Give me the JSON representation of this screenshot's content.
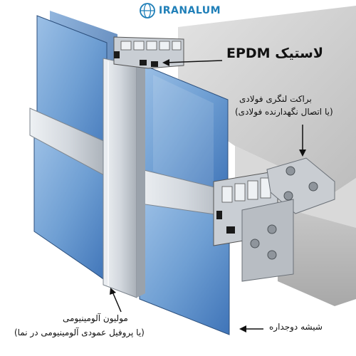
{
  "brand": {
    "name_part1": "IRAN",
    "name_part2": "ALUM"
  },
  "labels": {
    "epdm": "لاستیک EPDM",
    "bracket_line1": "براکت لنگری فولادی",
    "bracket_line2": "(یا اتصال نگهدارنده فولادی)",
    "mullion_line1": "مولیون آلومینیومی",
    "mullion_line2": "(یا پروفیل عمودی آلومینیومی در نما)",
    "glass": "شیشه دوجداره"
  },
  "colors": {
    "brand_blue": "#1f7fb8",
    "glass_blue": "#6f9fd3",
    "aluminum": "#d7dbe0",
    "concrete": "#cfcfcf",
    "steel": "#c9cdd2"
  }
}
